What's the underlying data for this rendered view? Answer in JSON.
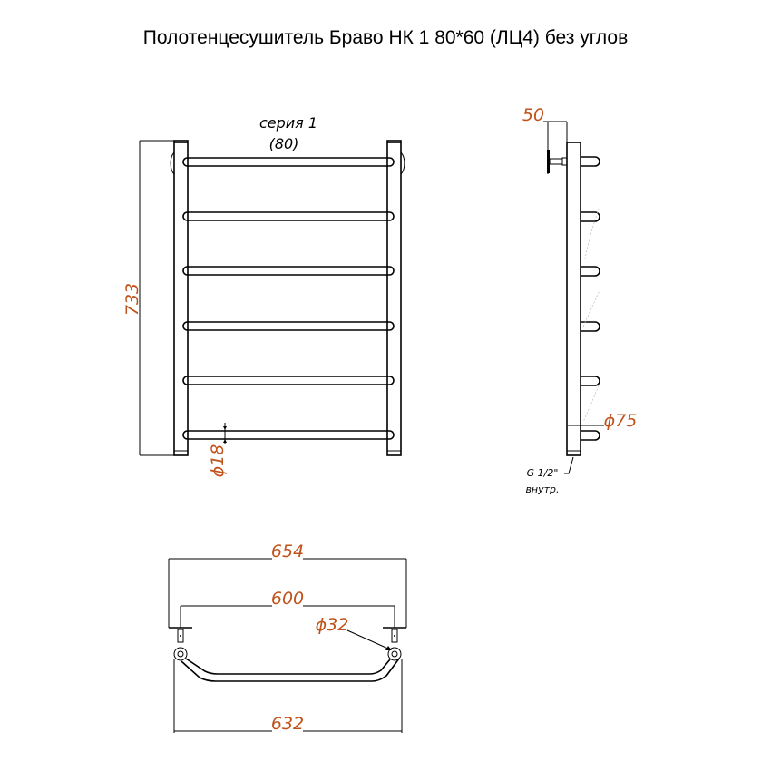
{
  "title": "Полотенцесушитель Браво НК 1 80*60 (ЛЦ4) без углов",
  "colors": {
    "dimension": "#c0531c",
    "line": "#000000",
    "background": "#ffffff"
  },
  "front_view": {
    "series_label": "серия 1",
    "series_value": "(80)",
    "height_dim": "733",
    "pipe_diameter_dim": "ϕ18",
    "rung_count": 6
  },
  "side_view": {
    "offset_dim": "50",
    "rung_diameter_dim": "ϕ75",
    "thread_label": "G 1/2\"",
    "thread_note": "внутр."
  },
  "top_view": {
    "overall_width_dim": "654",
    "center_distance_dim": "600",
    "bracket_width_dim": "632",
    "mount_diameter_dim": "ϕ32"
  }
}
